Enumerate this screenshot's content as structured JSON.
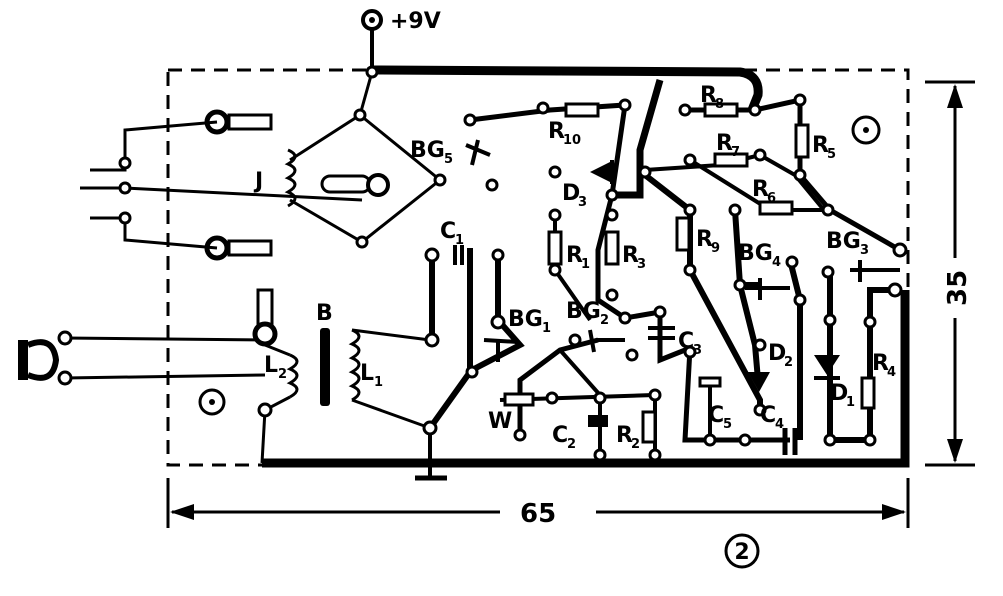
{
  "supply": {
    "label": "+9V"
  },
  "dimensions": {
    "width": "65",
    "height": "35"
  },
  "figure_number": "2",
  "components": {
    "J": {
      "letter": "J",
      "sub": ""
    },
    "B": {
      "letter": "B",
      "sub": ""
    },
    "L1": {
      "letter": "L",
      "sub": "1"
    },
    "L2": {
      "letter": "L",
      "sub": "2"
    },
    "C1": {
      "letter": "C",
      "sub": "1"
    },
    "C2": {
      "letter": "C",
      "sub": "2"
    },
    "C3": {
      "letter": "C",
      "sub": "3"
    },
    "C4": {
      "letter": "C",
      "sub": "4"
    },
    "C5": {
      "letter": "C",
      "sub": "5"
    },
    "R1": {
      "letter": "R",
      "sub": "1"
    },
    "R2": {
      "letter": "R",
      "sub": "2"
    },
    "R3": {
      "letter": "R",
      "sub": "3"
    },
    "R4": {
      "letter": "R",
      "sub": "4"
    },
    "R5": {
      "letter": "R",
      "sub": "5"
    },
    "R6": {
      "letter": "R",
      "sub": "6"
    },
    "R7": {
      "letter": "R",
      "sub": "7"
    },
    "R8": {
      "letter": "R",
      "sub": "8"
    },
    "R9": {
      "letter": "R",
      "sub": "9"
    },
    "R10": {
      "letter": "R",
      "sub": "10"
    },
    "D1": {
      "letter": "D",
      "sub": "1"
    },
    "D2": {
      "letter": "D",
      "sub": "2"
    },
    "D3": {
      "letter": "D",
      "sub": "3"
    },
    "BG1": {
      "letter": "BG",
      "sub": "1"
    },
    "BG2": {
      "letter": "BG",
      "sub": "2"
    },
    "BG3": {
      "letter": "BG",
      "sub": "3"
    },
    "BG4": {
      "letter": "BG",
      "sub": "4"
    },
    "BG5": {
      "letter": "BG",
      "sub": "5"
    },
    "W": {
      "letter": "W",
      "sub": ""
    }
  }
}
